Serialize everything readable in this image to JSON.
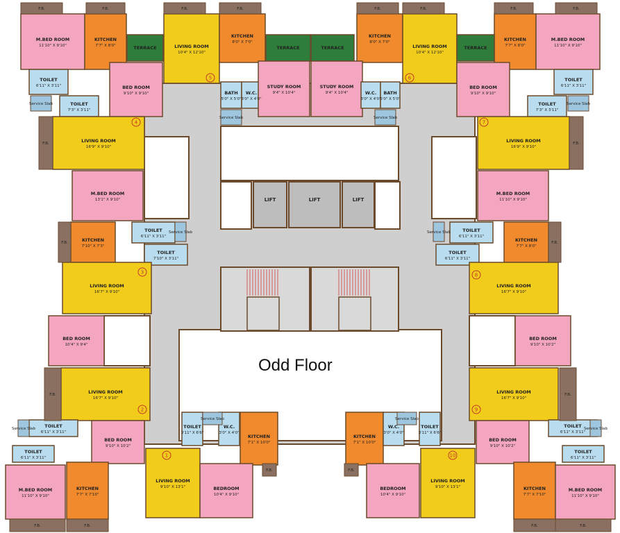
{
  "title": "Odd Floor",
  "colors": {
    "living": "#f2cc1a",
    "bedroom": "#f4a6c0",
    "kitchen": "#f08a2c",
    "toilet": "#b9dcee",
    "terrace": "#2e7d3a",
    "fb": "#8a7060",
    "lobby": "#cfcfcf",
    "lift": "#bdbdbd",
    "wall": "#6b4a2b"
  },
  "rooms": [
    {
      "type": "bedroom",
      "name": "M.BED ROOM",
      "size": "11'10\" X 9'10\""
    },
    {
      "type": "kitchen",
      "name": "KITCHEN",
      "size": "7'7\" X 8'0\""
    },
    {
      "type": "living",
      "name": "LIVING ROOM",
      "size": "10'4\" X 12'10\""
    },
    {
      "type": "kitchen",
      "name": "KITCHEN",
      "size": "8'0\" X 7'0\""
    },
    {
      "type": "kitchen",
      "name": "KITCHEN",
      "size": "8'0\" X 7'0\""
    },
    {
      "type": "living",
      "name": "LIVING ROOM",
      "size": "10'4\" X 12'10\""
    },
    {
      "type": "kitchen",
      "name": "KITCHEN",
      "size": "7'7\" X 8'0\""
    },
    {
      "type": "bedroom",
      "name": "M.BED ROOM",
      "size": "11'10\" X 9'10\""
    },
    {
      "type": "terrace",
      "name": "TERRACE",
      "size": ""
    },
    {
      "type": "terrace",
      "name": "TERRACE",
      "size": ""
    },
    {
      "type": "terrace",
      "name": "TERRACE",
      "size": ""
    },
    {
      "type": "terrace",
      "name": "TERRACE",
      "size": ""
    },
    {
      "type": "bedroom",
      "name": "BED ROOM",
      "size": "9'10\" X 9'10\""
    },
    {
      "type": "toilet",
      "name": "BATH",
      "size": "5'0\" X 5'0\""
    },
    {
      "type": "toilet",
      "name": "W.C.",
      "size": "3'0\" X 4'0\""
    },
    {
      "type": "bedroom",
      "name": "STUDY ROOM",
      "size": "9'4\" X 10'4\""
    },
    {
      "type": "bedroom",
      "name": "STUDY ROOM",
      "size": "9'4\" X 10'4\""
    },
    {
      "type": "toilet",
      "name": "W.C.",
      "size": "3'0\" X 4'0\""
    },
    {
      "type": "toilet",
      "name": "BATH",
      "size": "5'0\" X 5'0\""
    },
    {
      "type": "bedroom",
      "name": "BED ROOM",
      "size": "9'10\" X 9'10\""
    },
    {
      "type": "toilet",
      "name": "TOILET",
      "size": "6'11\" X 3'11\""
    },
    {
      "type": "toilet",
      "name": "TOILET",
      "size": "7'3\" X 3'11\""
    },
    {
      "type": "toilet",
      "name": "TOILET",
      "size": "6'11\" X 3'11\""
    },
    {
      "type": "toilet",
      "name": "TOILET",
      "size": "7'3\" X 3'11\""
    },
    {
      "type": "living",
      "name": "LIVING ROOM",
      "size": "16'9\" X 9'10\""
    },
    {
      "type": "living",
      "name": "LIVING ROOM",
      "size": "16'9\" X 9'10\""
    },
    {
      "type": "bedroom",
      "name": "M.BED ROOM",
      "size": "13'1\" X 9'10\""
    },
    {
      "type": "bedroom",
      "name": "M.BED ROOM",
      "size": "11'10\" X 9'10\""
    },
    {
      "type": "kitchen",
      "name": "KITCHEN",
      "size": "7'10\" X 7'3\""
    },
    {
      "type": "kitchen",
      "name": "KITCHEN",
      "size": "7'7\" X 8'0\""
    },
    {
      "type": "toilet",
      "name": "TOILET",
      "size": "6'11\" X 3'11\""
    },
    {
      "type": "toilet",
      "name": "TOILET",
      "size": "7'10\" X 3'11\""
    },
    {
      "type": "toilet",
      "name": "TOILET",
      "size": "6'11\" X 3'11\""
    },
    {
      "type": "toilet",
      "name": "TOILET",
      "size": "6'11\" X 3'11\""
    },
    {
      "type": "living",
      "name": "LIVING ROOM",
      "size": "16'7\" X 9'10\""
    },
    {
      "type": "living",
      "name": "LIVING ROOM",
      "size": "16'7\" X 9'10\""
    },
    {
      "type": "bedroom",
      "name": "BED ROOM",
      "size": "10'4\" X 9'4\""
    },
    {
      "type": "bedroom",
      "name": "BED ROOM",
      "size": "9'10\" X 10'2\""
    },
    {
      "type": "living",
      "name": "LIVING ROOM",
      "size": "16'7\" X 9'10\""
    },
    {
      "type": "living",
      "name": "LIVING ROOM",
      "size": "16'7\" X 9'10\""
    },
    {
      "type": "toilet",
      "name": "TOILET",
      "size": "6'11\" X 3'11\""
    },
    {
      "type": "toilet",
      "name": "TOILET",
      "size": "6'11\" X 3'11\""
    },
    {
      "type": "toilet",
      "name": "TOILET",
      "size": "6'11\" X 3'11\""
    },
    {
      "type": "toilet",
      "name": "TOILET",
      "size": "6'11\" X 3'11\""
    },
    {
      "type": "bedroom",
      "name": "BED ROOM",
      "size": "9'10\" X 10'2\""
    },
    {
      "type": "bedroom",
      "name": "BED ROOM",
      "size": "9'10\" X 10'2\""
    },
    {
      "type": "bedroom",
      "name": "M.BED ROOM",
      "size": "11'10\" X 9'10\""
    },
    {
      "type": "kitchen",
      "name": "KITCHEN",
      "size": "7'7\" X 7'10\""
    },
    {
      "type": "kitchen",
      "name": "KITCHEN",
      "size": "7'7\" X 7'10\""
    },
    {
      "type": "bedroom",
      "name": "M.BED ROOM",
      "size": "11'10\" X 9'10\""
    },
    {
      "type": "toilet",
      "name": "TOILET",
      "size": "3'11\" X 6'6\""
    },
    {
      "type": "toilet",
      "name": "W.C.",
      "size": "3'0\" X 4'0\""
    },
    {
      "type": "kitchen",
      "name": "KITCHEN",
      "size": "7'1\" X 10'0\""
    },
    {
      "type": "kitchen",
      "name": "KITCHEN",
      "size": "7'1\" X 10'0\""
    },
    {
      "type": "toilet",
      "name": "W.C.",
      "size": "3'0\" X 4'0\""
    },
    {
      "type": "toilet",
      "name": "TOILET",
      "size": "3'11\" X 6'6\""
    },
    {
      "type": "living",
      "name": "LIVING ROOM",
      "size": "9'10\" X 13'1\""
    },
    {
      "type": "bedroom",
      "name": "BEDROOM",
      "size": "10'4\" X 9'10\""
    },
    {
      "type": "bedroom",
      "name": "BEDROOM",
      "size": "10'4\" X 9'10\""
    },
    {
      "type": "living",
      "name": "LIVING ROOM",
      "size": "9'10\" X 13'1\""
    }
  ],
  "service_slab_label": "Service Slab",
  "fb_label": "F.B.",
  "lifts": [
    "LIFT",
    "LIFT",
    "LIFT"
  ],
  "flat_numbers": [
    "1",
    "2",
    "3",
    "4",
    "5",
    "6",
    "7",
    "8",
    "9",
    "10"
  ]
}
